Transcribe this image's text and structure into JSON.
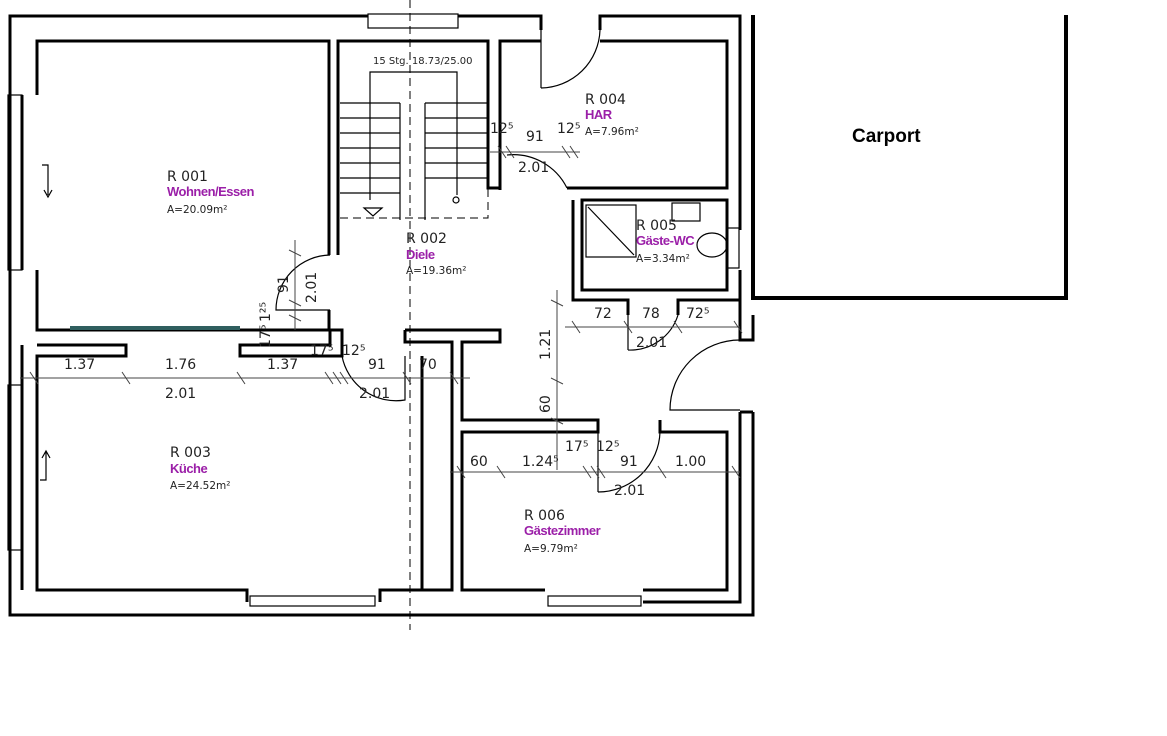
{
  "carport_label": "Carport",
  "stair_note": "15 Stg. 18.73/25.00",
  "rooms": [
    {
      "id": "R 001",
      "name": "Wohnen/Essen",
      "area": "A=20.09m²"
    },
    {
      "id": "R 002",
      "name": "Diele",
      "area": "A=19.36m²"
    },
    {
      "id": "R 003",
      "name": "Küche",
      "area": "A=24.52m²"
    },
    {
      "id": "R 004",
      "name": "HAR",
      "area": "A=7.96m²"
    },
    {
      "id": "R 005",
      "name": "Gäste-WC",
      "area": "A=3.34m²"
    },
    {
      "id": "R 006",
      "name": "Gästezimmer",
      "area": "A=9.79m²"
    }
  ],
  "dimensions": [
    "1.37",
    "1.76",
    "1.37",
    "2.01",
    "17⁵",
    "12⁵",
    "91",
    "70",
    "2.01",
    "91",
    "2.01",
    "1²⁵",
    "17⁵",
    "12⁵",
    "91",
    "2.01",
    "12⁵",
    "72",
    "78",
    "72⁵",
    "2.01",
    "1.21",
    "60",
    "60",
    "1.24⁵",
    "17⁵",
    "12⁵",
    "91",
    "1.00",
    "2.01"
  ],
  "accent_color": "#9b1fa8"
}
